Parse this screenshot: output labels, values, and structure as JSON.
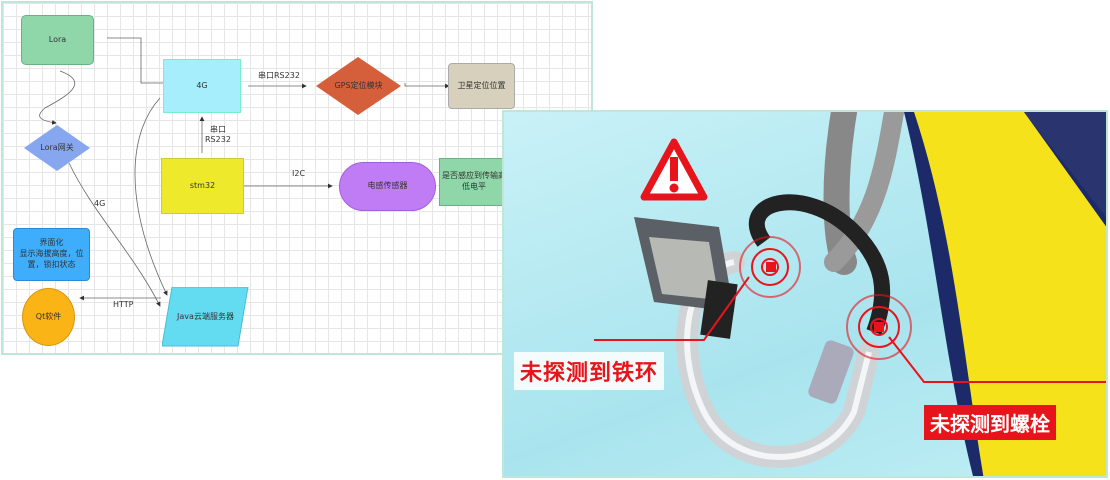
{
  "diagram": {
    "nodes": {
      "lora": "Lora",
      "g4": "4G",
      "gps": "GPS定位模块",
      "sat": "卫星定位位置",
      "gateway": "Lora网关",
      "stm32": "stm32",
      "sensor": "电感传感器",
      "detect": "是否感应到传输高低电平",
      "ui": "界面化\n显示海拔高度，位置，锁扣状态",
      "qt": "Qt软件",
      "java": "Java云端服务器"
    },
    "edges": {
      "rs232_gps": "串口RS232",
      "rs232_stm": "串口\nRS232",
      "i2c": "I2C",
      "g4_gateway": "4G",
      "http": "HTTP"
    }
  },
  "scene": {
    "label_ring": "未探测到铁环",
    "label_bolt": "未探测到螺栓",
    "colors": {
      "alert": "#e8141b",
      "strap": "#f5e21a"
    }
  }
}
